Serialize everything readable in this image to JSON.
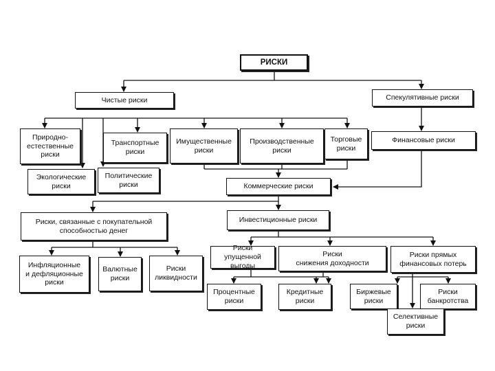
{
  "nodes": {
    "root": "РИСКИ",
    "pure": "Чистые риски",
    "speculative": "Спекулятивные риски",
    "natural": "Природно-\nестественные\nриски",
    "ecological": "Экологические\nриски",
    "transport": "Транспортные\nриски",
    "political": "Политические\nриски",
    "property": "Имущественные\nриски",
    "production": "Производственные\nриски",
    "trade": "Торговые\nриски",
    "financial": "Финансовые риски",
    "commercial": "Коммерческие риски",
    "purchasing_power": "Риски, связанные с покупательной\nспособностью денег",
    "investment": "Инвестиционные риски",
    "inflation": "Инфляционные\nи дефляционные\nриски",
    "currency": "Валютные\nриски",
    "liquidity": "Риски\nликвидности",
    "lost_profit": "Риски\nупущенной выгоды",
    "income_decline": "Риски\nснижения доходности",
    "direct_losses": "Риски прямых\nфинансовых потерь",
    "interest": "Процентные\nриски",
    "credit": "Кредитные\nриски",
    "exchange": "Биржевые\nриски",
    "bankruptcy": "Риски\nбанкротства",
    "selective": "Селективные\nриски"
  }
}
